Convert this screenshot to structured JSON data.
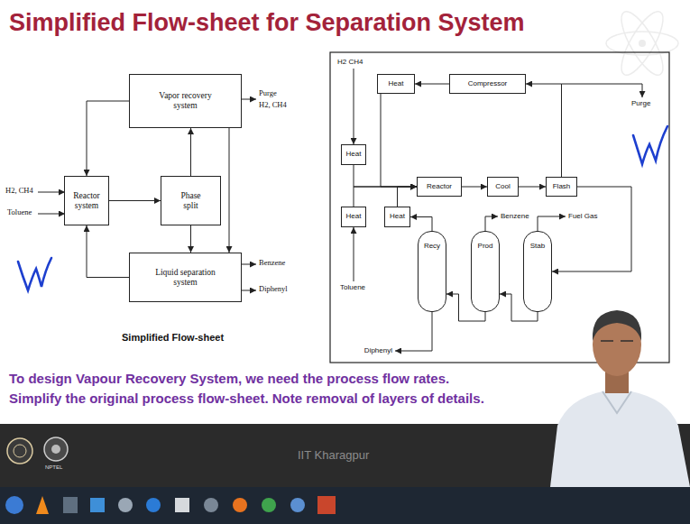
{
  "diagram": {
    "title": "Simplified Flow-sheet for Separation System",
    "caption": "Simplified Flow-sheet",
    "nodes": [
      {
        "text": [
          "Vapor recovery system"
        ]
      },
      {
        "text": [
          "Reactor system"
        ]
      },
      {
        "text": [
          "Phase split"
        ]
      },
      {
        "text": [
          "Liquid separation system"
        ]
      },
      {
        "text": [
          "Heat"
        ]
      },
      {
        "text": [
          "Compressor"
        ]
      },
      {
        "text": [
          "Heat"
        ]
      },
      {
        "text": [
          "Reactor"
        ]
      },
      {
        "text": [
          "Cool"
        ]
      },
      {
        "text": [
          "Flash"
        ]
      },
      {
        "text": [
          "Heat"
        ]
      },
      {
        "text": [
          "Heat"
        ]
      },
      {
        "text": [
          "Recy"
        ]
      },
      {
        "text": [
          "Prod"
        ]
      },
      {
        "text": [
          "Stab"
        ]
      }
    ],
    "edges": [
      {
        "from": 1,
        "to": 2,
        "arrow": "to"
      },
      {
        "from": 2,
        "to": 0,
        "arrow": "to"
      },
      {
        "from": 2,
        "to": 3,
        "arrow": "to"
      },
      {
        "from": 0,
        "to": 3,
        "arrow": "to"
      },
      {
        "from": 0,
        "to": 1,
        "arrow": "to"
      },
      {
        "from": 3,
        "to": 1,
        "arrow": "to"
      },
      {
        "from": 5,
        "to": 4,
        "arrow": "to"
      },
      {
        "from": 4,
        "to": 7,
        "arrow": "to"
      },
      {
        "from": 6,
        "to": 7,
        "arrow": "to"
      },
      {
        "from": 10,
        "to": 7,
        "arrow": "to"
      },
      {
        "from": 11,
        "to": 7,
        "arrow": "to"
      },
      {
        "from": 7,
        "to": 8,
        "arrow": "to"
      },
      {
        "from": 8,
        "to": 9,
        "arrow": "to"
      },
      {
        "from": 9,
        "to": 5,
        "arrow": "to"
      },
      {
        "from": 9,
        "to": 14,
        "arrow": "to"
      },
      {
        "from": 14,
        "to": 13,
        "arrow": "to"
      },
      {
        "from": 13,
        "to": 12,
        "arrow": "to"
      },
      {
        "from": 12,
        "to": 11,
        "arrow": "to"
      }
    ],
    "labels": [
      "H2, CH4",
      "Toluene",
      "Purge",
      "H2, CH4",
      "Benzene",
      "Diphenyl",
      "H2 CH4",
      "Purge",
      "Toluene",
      "Benzene",
      "Fuel Gas",
      "Diphenyl",
      "To design Vapour Recovery System, we need the process flow rates.",
      "Simplify the original process flow-sheet. Note removal of layers of details.",
      "IIT Kharagpur",
      "NPTEL"
    ]
  }
}
